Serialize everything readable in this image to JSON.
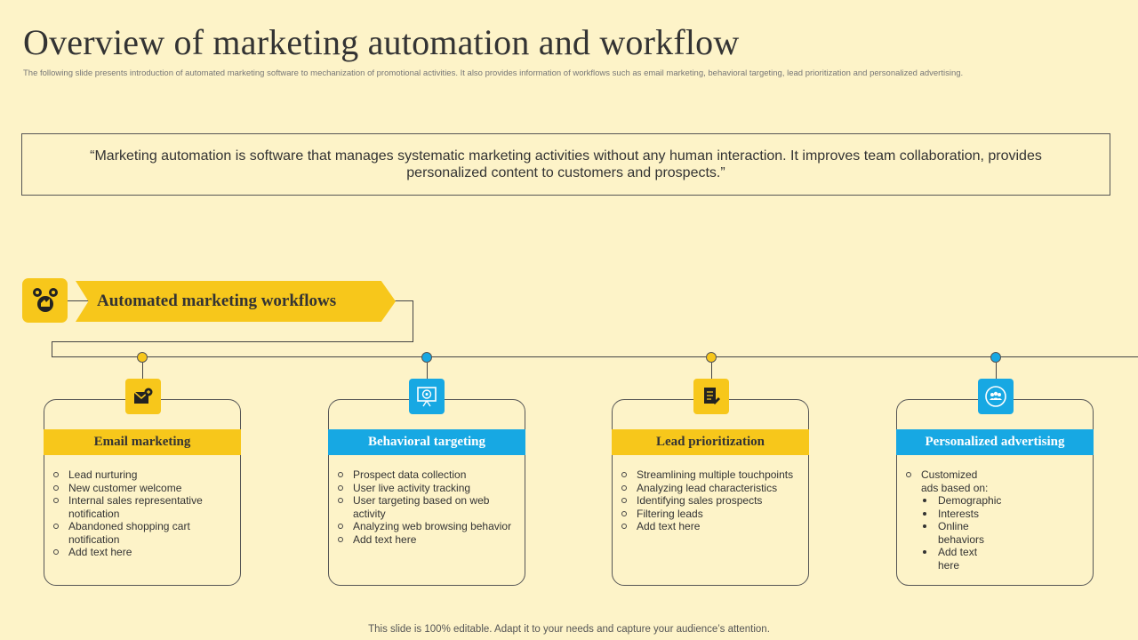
{
  "title": "Overview of marketing automation and workflow",
  "subtitle": "The following slide presents introduction of automated marketing software to mechanization of promotional activities. It also provides information of workflows such as email marketing, behavioral targeting, lead prioritization and personalized advertising.",
  "quote": "“Marketing automation is software that manages systematic marketing activities without any human interaction. It improves team collaboration, provides personalized content to customers and prospects.”",
  "workflow_banner": "Automated marketing workflows",
  "colors": {
    "yellow": "#f7c71b",
    "blue": "#17a8e3",
    "background": "#fdf3c8"
  },
  "cards": [
    {
      "heading": "Email marketing",
      "icon": "email-icon",
      "items": [
        "Lead nurturing",
        "New customer welcome",
        "Internal sales representative notification",
        "Abandoned shopping cart notification",
        "Add text here"
      ]
    },
    {
      "heading": "Behavioral targeting",
      "icon": "target-presentation-icon",
      "items": [
        "Prospect data collection",
        "User live activity tracking",
        "User targeting based on web activity",
        "Analyzing web browsing behavior",
        "Add text here"
      ]
    },
    {
      "heading": "Lead prioritization",
      "icon": "document-checklist-icon",
      "items": [
        "Streamlining multiple touchpoints",
        "Analyzing lead characteristics",
        "Identifying sales prospects",
        "Filtering leads",
        "Add text here"
      ]
    },
    {
      "heading": "Personalized advertising",
      "icon": "group-users-icon",
      "items": [
        "Customized ads based on:"
      ],
      "subitems": [
        "Demographic",
        "Interests",
        "Online behaviors",
        "Add text here"
      ]
    }
  ],
  "footer": "This slide is 100% editable. Adapt it to your needs and capture your audience’s attention."
}
